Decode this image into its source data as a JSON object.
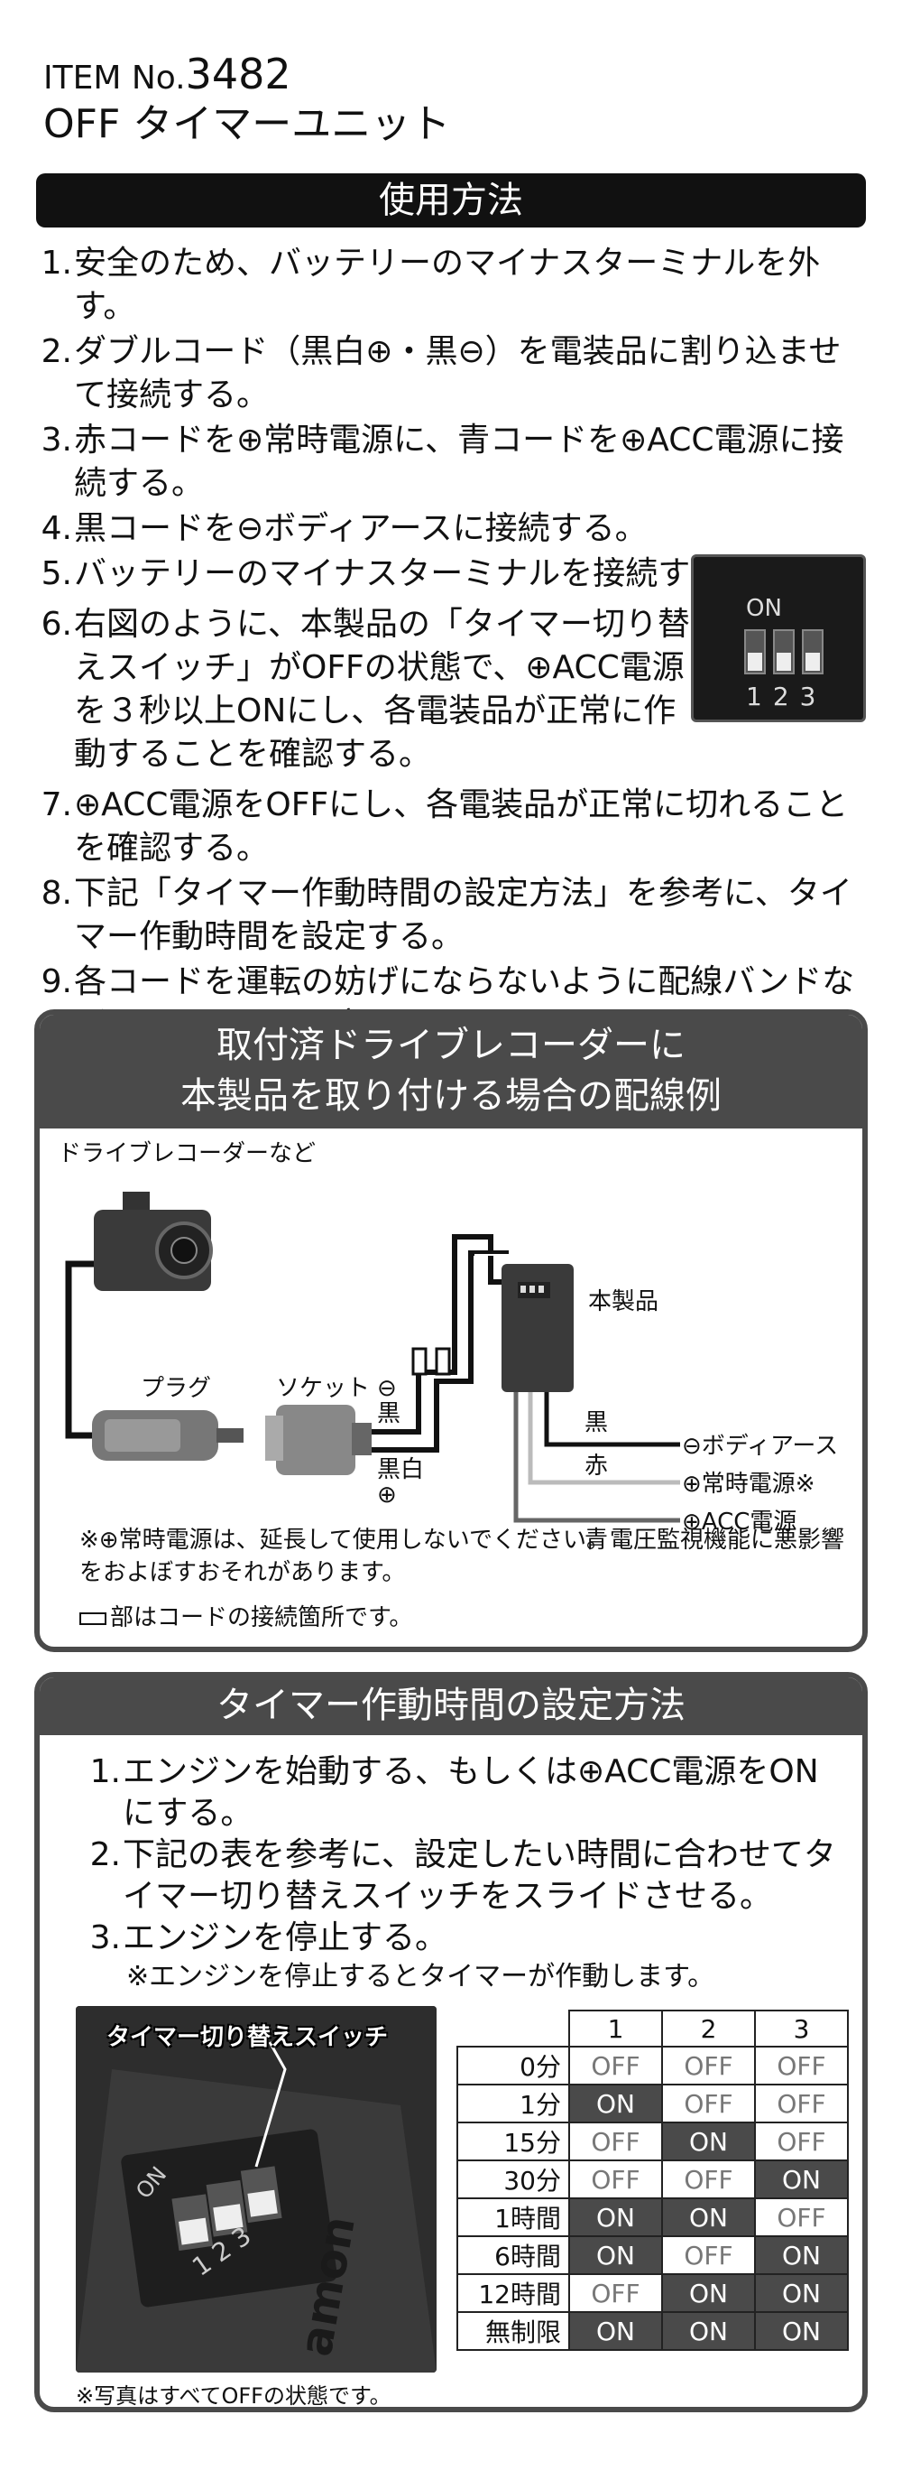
{
  "header": {
    "item_prefix": "ITEM No.",
    "item_number": "3482",
    "product_name": "OFF タイマーユニット"
  },
  "usage": {
    "title": "使用方法",
    "steps": [
      {
        "num": "1.",
        "text": "安全のため、バッテリーのマイナスターミナルを外す。"
      },
      {
        "num": "2.",
        "text": "ダブルコード（黒白⊕・黒⊖）を電装品に割り込ませて接続する。"
      },
      {
        "num": "3.",
        "text": "赤コードを⊕常時電源に、青コードを⊕ACC電源に接続する。"
      },
      {
        "num": "4.",
        "text": "黒コードを⊖ボディアースに接続する。"
      },
      {
        "num": "5.",
        "text": "バッテリーのマイナスターミナルを接続する。"
      },
      {
        "num": "6.",
        "text": "右図のように、本製品の「タイマー切り替えスイッチ」がOFFの状態で、⊕ACC電源を３秒以上ONにし、各電装品が正常に作動することを確認する。"
      },
      {
        "num": "7.",
        "text": "⊕ACC電源をOFFにし、各電装品が正常に切れることを確認する。"
      },
      {
        "num": "8.",
        "text": "下記「タイマー作動時間の設定方法」を参考に、タイマー作動時間を設定する。"
      },
      {
        "num": "9.",
        "text": "各コードを運転の妨げにならないように配線バンドなどでしっかりと固定する。"
      }
    ],
    "dip_photo": {
      "on_label": "ON",
      "numbers": "123"
    }
  },
  "wiring_panel": {
    "title_line1": "取付済ドライブレコーダーに",
    "title_line2": "本製品を取り付ける場合の配線例",
    "labels": {
      "dashcam": "ドライブレコーダーなど",
      "product": "本製品",
      "plug": "プラグ",
      "socket": "ソケット",
      "minus_sign": "⊖",
      "black_short": "黒",
      "black_white": "黒白",
      "plus_sign": "⊕",
      "black": "黒",
      "red": "赤",
      "blue": "青",
      "body_earth": "⊖ボディアース",
      "constant_power": "⊕常時電源※",
      "acc_power": "⊕ACC電源"
    },
    "note_caution": "※⊕常時電源は、延長して使用しないでください。電圧監視機能に悪影響をおよぼすおそれがあります。",
    "note_connection": "部はコードの接続箇所です。"
  },
  "timer_panel": {
    "title": "タイマー作動時間の設定方法",
    "steps": [
      {
        "num": "1.",
        "text": "エンジンを始動する、もしくは⊕ACC電源をONにする。"
      },
      {
        "num": "2.",
        "text": "下記の表を参考に、設定したい時間に合わせてタイマー切り替えスイッチをスライドさせる。"
      },
      {
        "num": "3.",
        "text": "エンジンを停止する。"
      }
    ],
    "sub_note": "※エンジンを停止するとタイマーが作動します。",
    "photo_label": "タイマー切り替えスイッチ",
    "photo_on": "ON",
    "photo_numbers": "1 2 3",
    "photo_brand": "amon",
    "photo_note": "※写真はすべてOFFの状態です。",
    "table": {
      "columns": [
        "1",
        "2",
        "3"
      ],
      "rows": [
        {
          "label": "0分",
          "values": [
            "OFF",
            "OFF",
            "OFF"
          ]
        },
        {
          "label": "1分",
          "values": [
            "ON",
            "OFF",
            "OFF"
          ]
        },
        {
          "label": "15分",
          "values": [
            "OFF",
            "ON",
            "OFF"
          ]
        },
        {
          "label": "30分",
          "values": [
            "OFF",
            "OFF",
            "ON"
          ]
        },
        {
          "label": "1時間",
          "values": [
            "ON",
            "ON",
            "OFF"
          ]
        },
        {
          "label": "6時間",
          "values": [
            "ON",
            "OFF",
            "ON"
          ]
        },
        {
          "label": "12時間",
          "values": [
            "OFF",
            "ON",
            "ON"
          ]
        },
        {
          "label": "無制限",
          "values": [
            "ON",
            "ON",
            "ON"
          ]
        }
      ]
    }
  },
  "colors": {
    "dark": "#111111",
    "panel": "#4a4a4a",
    "on_cell": "#4a4a4a"
  }
}
